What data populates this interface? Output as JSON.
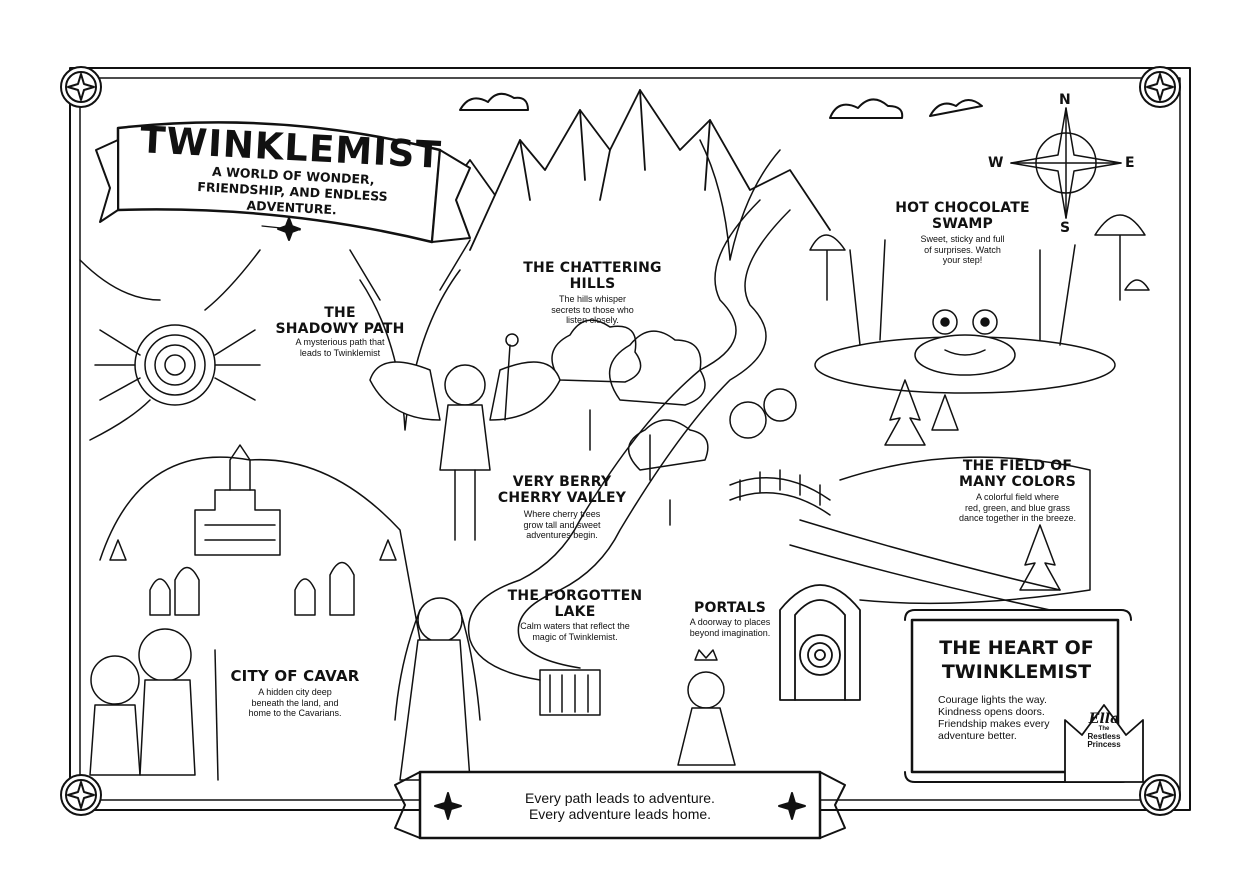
{
  "banner": {
    "title": "TWINKLEMIST",
    "subtitle_line1": "A WORLD OF WONDER,",
    "subtitle_line2": "FRIENDSHIP, AND ENDLESS ADVENTURE."
  },
  "compass": {
    "n": "N",
    "s": "S",
    "e": "E",
    "w": "W"
  },
  "locations": {
    "shadowy_path": {
      "title_line1": "THE",
      "title_line2": "SHADOWY PATH",
      "desc_line1": "A mysterious path that",
      "desc_line2": "leads to Twinklemist"
    },
    "chattering_hills": {
      "title": "THE CHATTERING HILLS",
      "desc_line1": "The hills whisper",
      "desc_line2": "secrets to those who",
      "desc_line3": "listen closely."
    },
    "hot_chocolate_swamp": {
      "title_line1": "HOT CHOCOLATE",
      "title_line2": "SWAMP",
      "desc_line1": "Sweet, sticky and full",
      "desc_line2": "of surprises. Watch",
      "desc_line3": "your step!"
    },
    "cherry_valley": {
      "title_line1": "VERY BERRY",
      "title_line2": "CHERRY VALLEY",
      "desc_line1": "Where cherry trees",
      "desc_line2": "grow tall and sweet",
      "desc_line3": "adventures begin."
    },
    "field_of_colors": {
      "title_line1": "THE FIELD OF",
      "title_line2": "MANY COLORS",
      "desc_line1": "A colorful field where",
      "desc_line2": "red, green, and blue grass",
      "desc_line3": "dance together in the breeze."
    },
    "forgotten_lake": {
      "title": "THE FORGOTTEN LAKE",
      "desc_line1": "Calm waters that reflect the",
      "desc_line2": "magic of Twinklemist."
    },
    "portals": {
      "title": "PORTALS",
      "desc_line1": "A doorway to places",
      "desc_line2": "beyond imagination."
    },
    "city_of_cavar": {
      "title": "CITY OF CAVAR",
      "desc_line1": "A hidden city deep",
      "desc_line2": "beneath the land, and",
      "desc_line3": "home to the Cavarians."
    }
  },
  "heart": {
    "title_line1": "THE HEART OF",
    "title_line2": "TWINKLEMIST",
    "body_line1": "Courage lights the way.",
    "body_line2": "Kindness opens doors.",
    "body_line3": "Friendship makes every",
    "body_line4": "adventure better."
  },
  "logo": {
    "name": "Ella",
    "the": "The",
    "line1": "Restless",
    "line2": "Princess"
  },
  "footer": {
    "line1": "Every path leads to adventure.",
    "line2": "Every adventure leads home."
  }
}
